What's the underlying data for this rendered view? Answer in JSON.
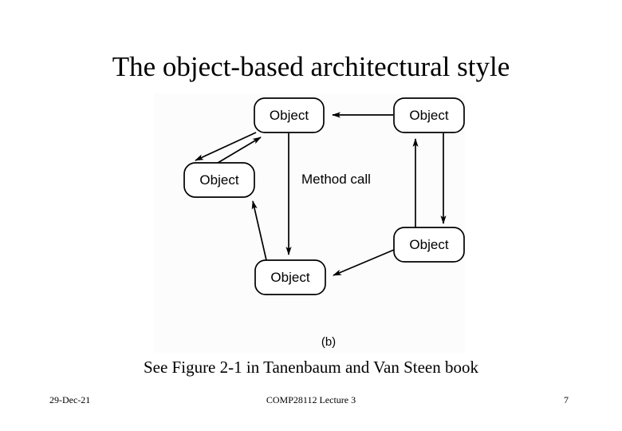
{
  "slide": {
    "title": "The object-based architectural style",
    "caption": "See Figure 2-1 in Tanenbaum and Van Steen book",
    "figure_sublabel": "(b)"
  },
  "figure": {
    "edge_label": "Method call",
    "nodes": [
      {
        "id": "n-top-left",
        "label": "Object"
      },
      {
        "id": "n-top-right",
        "label": "Object"
      },
      {
        "id": "n-left",
        "label": "Object"
      },
      {
        "id": "n-bottom",
        "label": "Object"
      },
      {
        "id": "n-right-bottom",
        "label": "Object"
      }
    ]
  },
  "footer": {
    "date": "29-Dec-21",
    "course": "COMP28112 Lecture 3",
    "page": "7"
  },
  "colors": {
    "text": "#000000",
    "stroke": "#000000",
    "node_fill": "#ffffff",
    "figure_bg": "#fcfcfc",
    "slide_bg": "#ffffff"
  }
}
